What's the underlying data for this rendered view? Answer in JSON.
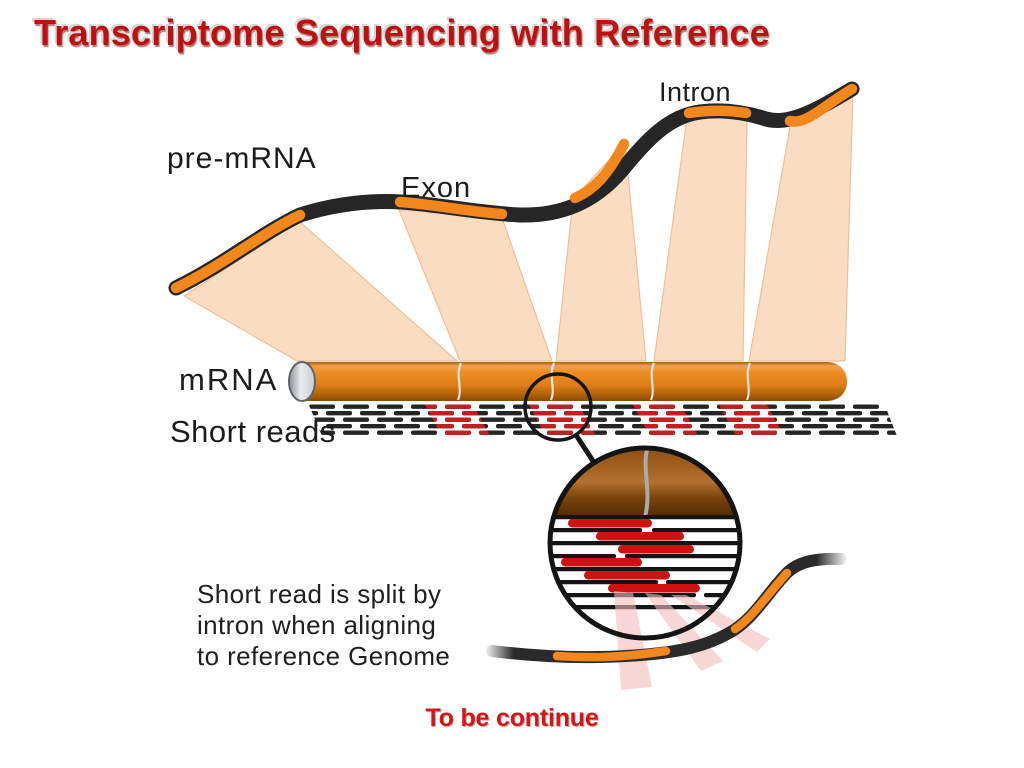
{
  "slide": {
    "title": "Transcriptome Sequencing with Reference",
    "footer": "To be continue"
  },
  "diagram": {
    "labels": {
      "pre_mrna": "pre-mRNA",
      "exon": "Exon",
      "intron": "Intron",
      "mrna": "mRNA",
      "short_reads": "Short reads"
    },
    "caption": "Short read is split by\nintron when aligning\nto reference Genome",
    "colors": {
      "title_red": "#be1010",
      "footer_red": "#d31616",
      "exon_orange": "#f2871b",
      "intron_black": "#262626",
      "projection_peach": "#f9dcc1",
      "mrna_cylinder_orange": "#dd7e18",
      "short_read_black": "#252525",
      "split_read_red": "#c22020",
      "magnified_mrna_brown": "#7a430c",
      "alignment_beam_pink": "#f2bcbc"
    }
  }
}
